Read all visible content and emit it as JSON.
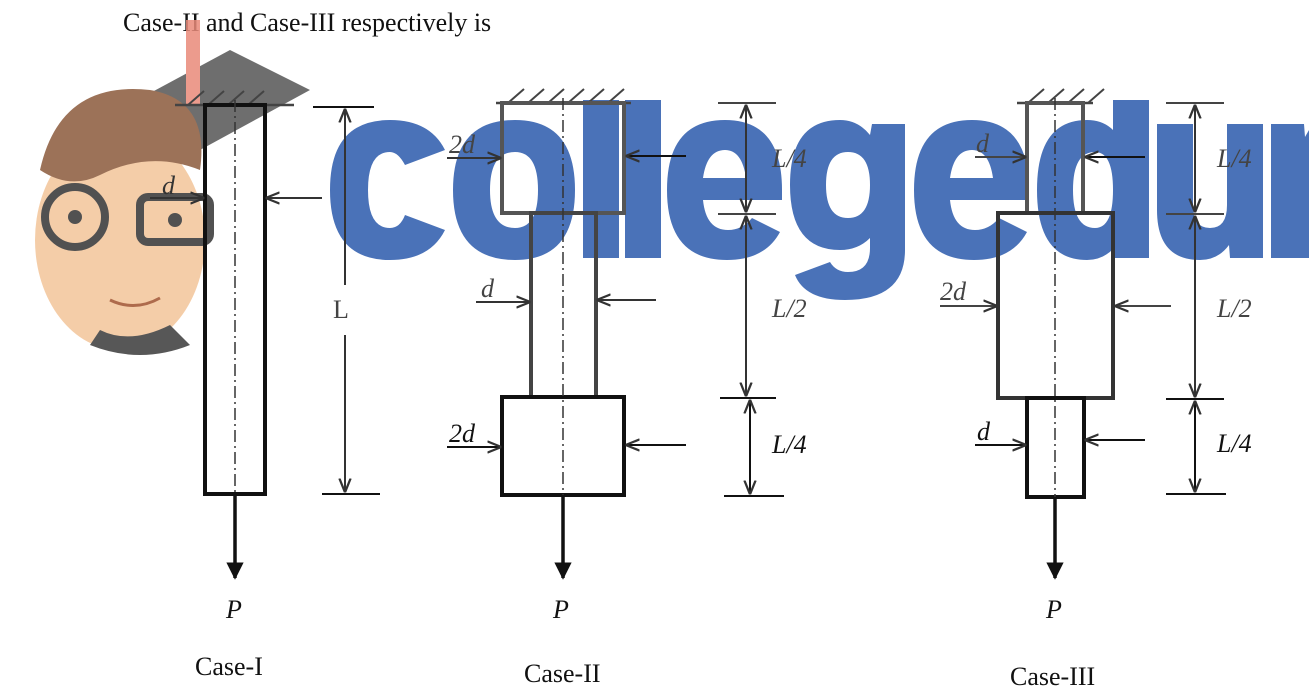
{
  "question": {
    "text_fragment": "Case-II and Case-III respectively is"
  },
  "watermark": {
    "brand": "collegedunia",
    "color": "#4a72b8"
  },
  "figures": {
    "case1": {
      "caption": "Case-I",
      "load": "P",
      "diameter": "d",
      "length": "L"
    },
    "case2": {
      "caption": "Case-II",
      "load": "P",
      "top_diameter": "2d",
      "middle_diameter": "d",
      "bottom_diameter": "2d",
      "top_length": "L/4",
      "middle_length": "L/2",
      "bottom_length": "L/4"
    },
    "case3": {
      "caption": "Case-III",
      "load": "P",
      "top_diameter": "d",
      "middle_diameter": "2d",
      "bottom_diameter": "d",
      "top_length": "L/4",
      "middle_length": "L/2",
      "bottom_length": "L/4"
    }
  }
}
